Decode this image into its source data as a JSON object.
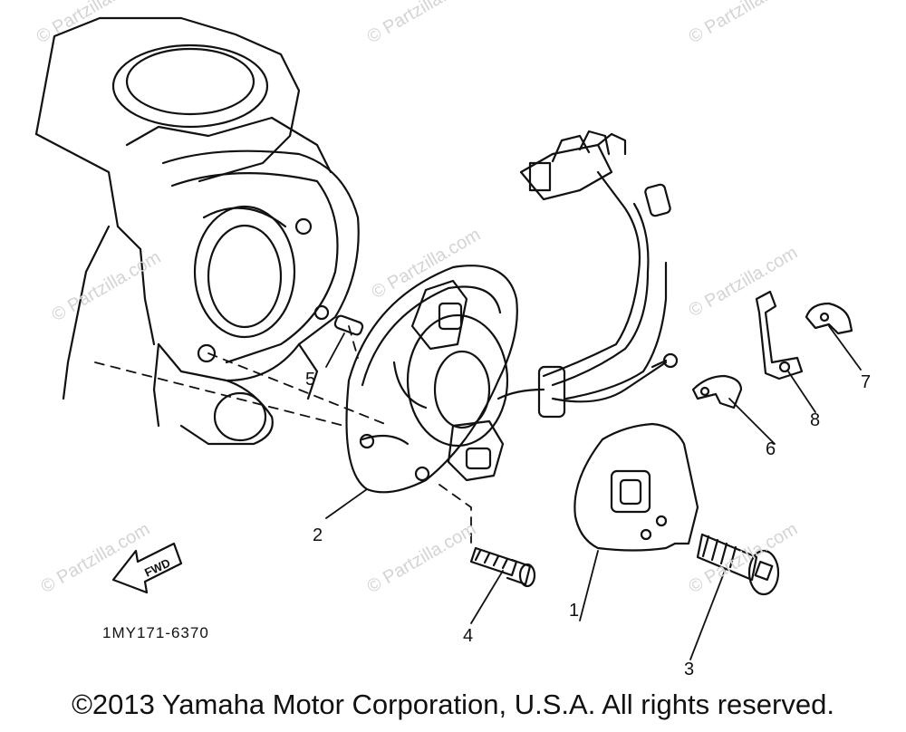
{
  "diagram": {
    "part_code": "1MY171-6370",
    "direction_label": "FWD",
    "watermark": "© Partzilla.com",
    "callouts": [
      {
        "id": "1",
        "label": "1"
      },
      {
        "id": "2",
        "label": "2"
      },
      {
        "id": "3",
        "label": "3"
      },
      {
        "id": "4",
        "label": "4"
      },
      {
        "id": "5",
        "label": "5"
      },
      {
        "id": "6",
        "label": "6"
      },
      {
        "id": "7",
        "label": "7"
      },
      {
        "id": "8",
        "label": "8"
      }
    ]
  },
  "footer": {
    "copyright": "©2013 Yamaha Motor Corporation, U.S.A. All rights reserved."
  }
}
